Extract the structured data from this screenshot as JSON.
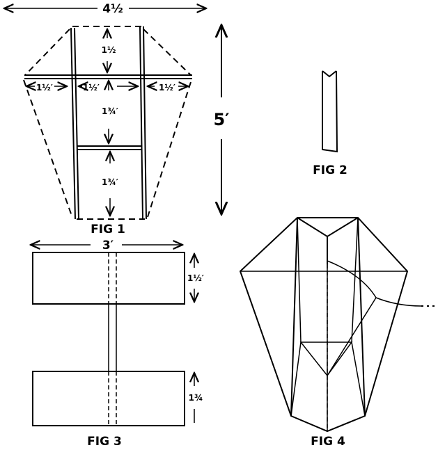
{
  "fig1": {
    "caption": "FIG 1",
    "width_label": "4½",
    "height_label": "5′",
    "top_section": "1½",
    "wing_left": "1½′",
    "center_span": "1½′",
    "wing_right": "1½′",
    "middle_section": "1¾′",
    "bottom_section": "1¾′"
  },
  "fig2": {
    "caption": "FIG 2"
  },
  "fig3": {
    "caption": "FIG 3",
    "width_label": "3′",
    "top_box_height": "1½′",
    "bottom_box_height": "1¾"
  },
  "fig4": {
    "caption": "FIG 4"
  }
}
